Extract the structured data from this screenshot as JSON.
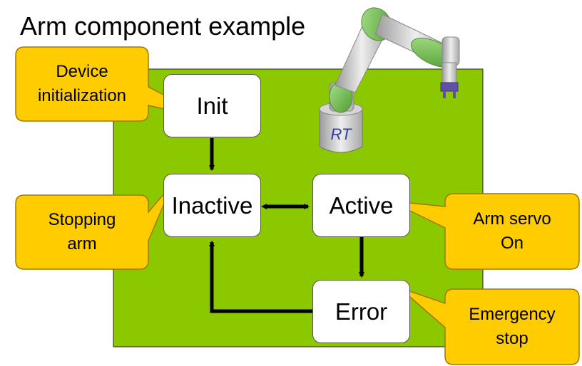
{
  "title": "Arm component example",
  "colors": {
    "panel": "#8cc800",
    "state_fill": "#ffffff",
    "callout_fill": "#ffcc00",
    "callout_border": "#a07800",
    "arrow": "#000000",
    "robot_body": "#c8c8c8",
    "robot_joint": "#6cc04a",
    "robot_tool": "#6050a8"
  },
  "states": {
    "init": "Init",
    "inactive": "Inactive",
    "active": "Active",
    "error": "Error"
  },
  "callouts": {
    "device_init": "Device\ninitialization",
    "stopping_arm": "Stopping\narm",
    "arm_servo": "Arm servo\nOn",
    "emergency_stop": "Emergency\nstop"
  },
  "robot": {
    "base_label": "RT",
    "icon": "robot-arm-icon"
  }
}
